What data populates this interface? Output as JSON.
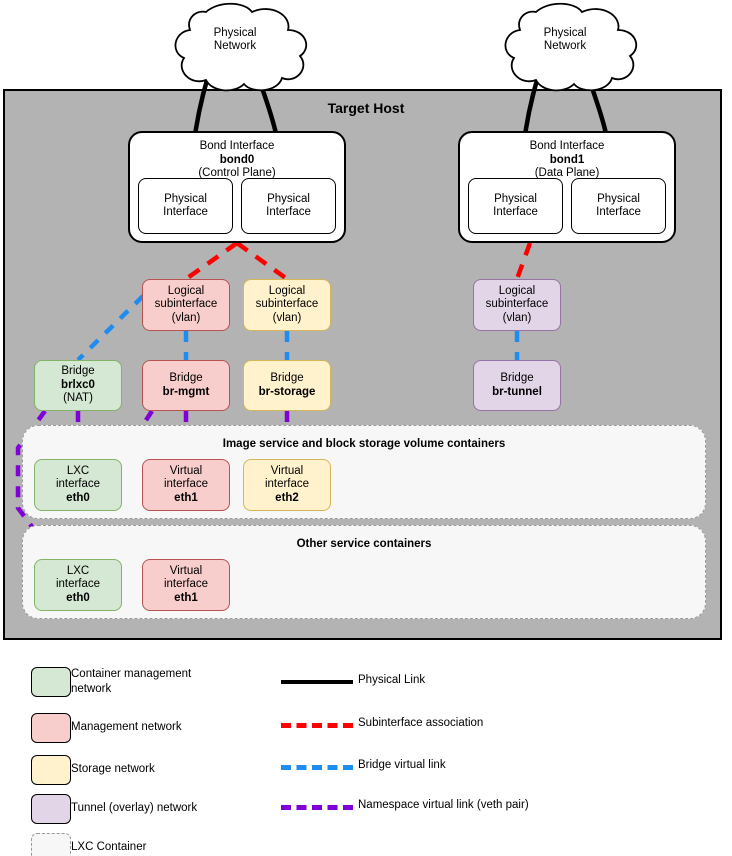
{
  "diagram": {
    "title": "Target Host",
    "colors": {
      "host_fill": "#b3b3b3",
      "container_mgmt": "#d5e8d4",
      "container_mgmt_border": "#82b366",
      "management": "#f8cecc",
      "management_border": "#b85450",
      "storage": "#fff2cc",
      "storage_border": "#d6b656",
      "tunnel": "#e1d5e7",
      "tunnel_border": "#9673a6",
      "lxc_fill": "#f7f7f7",
      "lxc_border": "#9a9a9a",
      "physical_link": "#000000",
      "subinterface_association": "#ff0000",
      "bridge_virtual_link": "#1f8cf0",
      "namespace_virtual_link": "#8000d7"
    }
  },
  "clouds": [
    {
      "line1": "Physical",
      "line2": "Network"
    },
    {
      "line1": "Physical",
      "line2": "Network"
    }
  ],
  "bonds": [
    {
      "title": "Bond Interface",
      "name": "bond0",
      "role": "(Control Plane)",
      "interfaces": [
        {
          "line1": "Physical",
          "line2": "Interface"
        },
        {
          "line1": "Physical",
          "line2": "Interface"
        }
      ]
    },
    {
      "title": "Bond Interface",
      "name": "bond1",
      "role": "(Data Plane)",
      "interfaces": [
        {
          "line1": "Physical",
          "line2": "Interface"
        },
        {
          "line1": "Physical",
          "line2": "Interface"
        }
      ]
    }
  ],
  "subinterfaces": [
    {
      "line1": "Logical",
      "line2": "subinterface",
      "line3": "(vlan)",
      "network": "management"
    },
    {
      "line1": "Logical",
      "line2": "subinterface",
      "line3": "(vlan)",
      "network": "storage"
    },
    {
      "line1": "Logical",
      "line2": "subinterface",
      "line3": "(vlan)",
      "network": "tunnel"
    }
  ],
  "bridges": [
    {
      "label": "Bridge",
      "name": "brlxc0",
      "note": "(NAT)",
      "network": "container_mgmt"
    },
    {
      "label": "Bridge",
      "name": "br-mgmt",
      "note": "",
      "network": "management"
    },
    {
      "label": "Bridge",
      "name": "br-storage",
      "note": "",
      "network": "storage"
    },
    {
      "label": "Bridge",
      "name": "br-tunnel",
      "note": "",
      "network": "tunnel"
    }
  ],
  "container_groups": [
    {
      "title": "Image service and block storage volume containers",
      "interfaces": [
        {
          "line1": "LXC",
          "line2": "interface",
          "name": "eth0",
          "network": "container_mgmt"
        },
        {
          "line1": "Virtual",
          "line2": "interface",
          "name": "eth1",
          "network": "management"
        },
        {
          "line1": "Virtual",
          "line2": "interface",
          "name": "eth2",
          "network": "storage"
        }
      ]
    },
    {
      "title": "Other service containers",
      "interfaces": [
        {
          "line1": "LXC",
          "line2": "interface",
          "name": "eth0",
          "network": "container_mgmt"
        },
        {
          "line1": "Virtual",
          "line2": "interface",
          "name": "eth1",
          "network": "management"
        }
      ]
    }
  ],
  "legend": {
    "swatches": [
      {
        "label": "Container management\nnetwork",
        "network": "container_mgmt"
      },
      {
        "label": "Management network",
        "network": "management"
      },
      {
        "label": "Storage network",
        "network": "storage"
      },
      {
        "label": "Tunnel (overlay) network",
        "network": "tunnel"
      },
      {
        "label": "LXC Container",
        "network": "lxc"
      }
    ],
    "lines": [
      {
        "label": "Physical Link",
        "style": "solid",
        "color": "#000000"
      },
      {
        "label": "Subinterface association",
        "style": "dash",
        "color": "#ff0000"
      },
      {
        "label": "Bridge virtual link",
        "style": "dash",
        "color": "#1f8cf0"
      },
      {
        "label": "Namespace virtual link (veth pair)",
        "style": "dash",
        "color": "#8000d7"
      }
    ]
  }
}
